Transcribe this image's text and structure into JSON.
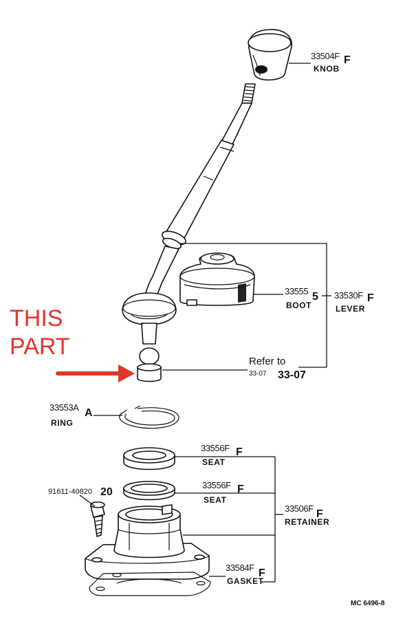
{
  "annotation": {
    "line1": "THIS",
    "line2": "PART",
    "color": "#e0362a"
  },
  "parts": {
    "knob": {
      "number": "33504F",
      "suffix": "F",
      "name": "KNOB"
    },
    "boot": {
      "number": "33555",
      "suffix": "5",
      "name": "BOOT"
    },
    "lever": {
      "number": "33530F",
      "suffix": "F",
      "name": "LEVER"
    },
    "refer": {
      "text": "Refer to",
      "small": "33-07",
      "big": "33-07"
    },
    "ring": {
      "number": "33553A",
      "suffix": "A",
      "name": "RING"
    },
    "seat1": {
      "number": "33556F",
      "suffix": "F",
      "name": "SEAT"
    },
    "seat2": {
      "number": "33556F",
      "suffix": "F",
      "name": "SEAT"
    },
    "bolt": {
      "number": "91611-40820",
      "qty": "20"
    },
    "retainer": {
      "number": "33506F",
      "suffix": "F",
      "name": "RETAINER"
    },
    "gasket": {
      "number": "33584F",
      "suffix": "F",
      "name": "GASKET"
    }
  },
  "footer": {
    "code": "MC 6496-8"
  }
}
